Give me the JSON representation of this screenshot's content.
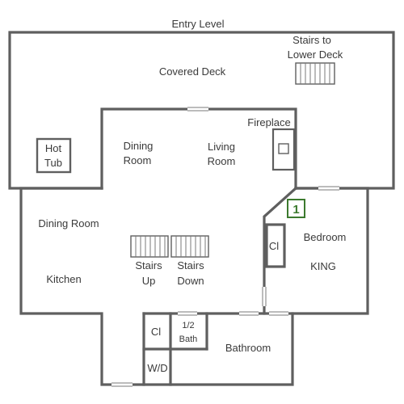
{
  "plan": {
    "title": "Entry Level",
    "rooms": {
      "stairs_to_lower_deck_line1": "Stairs to",
      "stairs_to_lower_deck_line2": "Lower Deck",
      "covered_deck": "Covered Deck",
      "fireplace": "Fireplace",
      "hot_tub_line1": "Hot",
      "hot_tub_line2": "Tub",
      "dining_room_upper_line1": "Dining",
      "dining_room_upper_line2": "Room",
      "living_room_line1": "Living",
      "living_room_line2": "Room",
      "dining_room_lower": "Dining Room",
      "kitchen": "Kitchen",
      "stairs_up_line1": "Stairs",
      "stairs_up_line2": "Up",
      "stairs_down_line1": "Stairs",
      "stairs_down_line2": "Down",
      "bedroom": "Bedroom",
      "bed_size": "KING",
      "closet_bedroom": "Cl",
      "closet_hall": "Cl",
      "half_bath_line1": "1/2",
      "half_bath_line2": "Bath",
      "washer_dryer": "W/D",
      "bathroom": "Bathroom"
    },
    "bedroom_marker": "1",
    "colors": {
      "walls": "#5f5f5f",
      "text": "#3a3a3a",
      "marker": "#3c7a2e"
    }
  }
}
